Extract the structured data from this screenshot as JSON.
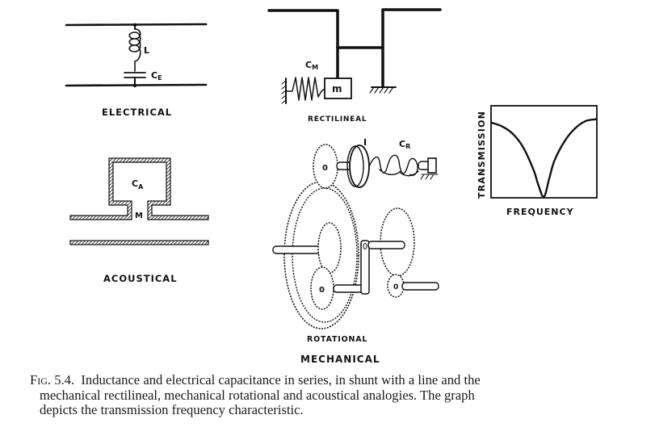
{
  "panels": {
    "electrical": {
      "title": "ELECTRICAL",
      "inductor_label": "L",
      "capacitor_label": "C",
      "capacitor_sub": "E"
    },
    "rectilineal": {
      "title": "RECTILINEAL",
      "compliance_label": "C",
      "compliance_sub": "M",
      "mass_label": "m"
    },
    "rotational": {
      "title": "ROTATIONAL",
      "inertia_label": "I",
      "compliance_label": "C",
      "compliance_sub": "R",
      "gear_marks": [
        "0",
        "0",
        "0"
      ]
    },
    "mechanical_heading": "MECHANICAL",
    "acoustical": {
      "title": "ACOUSTICAL",
      "cavity_label": "C",
      "cavity_sub": "A",
      "neck_label": "M"
    }
  },
  "graph": {
    "ylabel": "TRANSMISSION",
    "xlabel": "FREQUENCY"
  },
  "chart_data": {
    "type": "line",
    "title": "",
    "xlabel": "FREQUENCY",
    "ylabel": "TRANSMISSION",
    "xlim": [
      0,
      1
    ],
    "ylim": [
      0,
      1
    ],
    "grid": false,
    "series": [
      {
        "name": "transmission",
        "x": [
          0.0,
          0.1,
          0.2,
          0.3,
          0.4,
          0.45,
          0.5,
          0.55,
          0.6,
          0.7,
          0.8,
          0.9,
          1.0
        ],
        "y": [
          0.82,
          0.78,
          0.7,
          0.55,
          0.3,
          0.12,
          0.0,
          0.2,
          0.4,
          0.62,
          0.76,
          0.84,
          0.86
        ]
      }
    ]
  },
  "caption": {
    "figure_number": "Fig. 5.4.",
    "line1": "Inductance and electrical capacitance in series, in shunt with a line and the",
    "line2": "mechanical rectilineal, mechanical rotational and acoustical analogies.  The graph",
    "line3": "depicts the transmission frequency characteristic."
  }
}
